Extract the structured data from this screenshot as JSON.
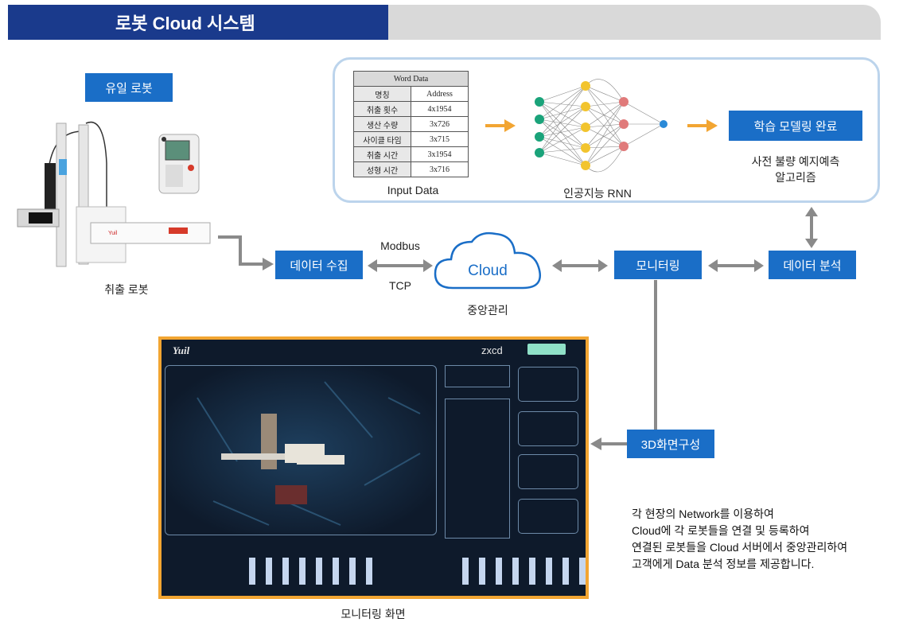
{
  "title": "로봇 Cloud 시스템",
  "yuil_robot": "유일 로봇",
  "extract_robot": "취출 로봇",
  "data_collect": "데이터 수집",
  "modbus": "Modbus",
  "tcp": "TCP",
  "cloud": "Cloud",
  "central": "중앙관리",
  "monitoring": "모니터링",
  "data_analysis": "데이터 분석",
  "table": {
    "header": "Word Data",
    "col1": "명칭",
    "col2": "Address",
    "rows": [
      {
        "name": "취출 횟수",
        "addr": "4x1954"
      },
      {
        "name": "생산 수량",
        "addr": "3x726"
      },
      {
        "name": "사이클 타임",
        "addr": "3x715"
      },
      {
        "name": "취출 시간",
        "addr": "3x1954"
      },
      {
        "name": "성형 시간",
        "addr": "3x716"
      }
    ]
  },
  "input_data": "Input Data",
  "ai_rnn": "인공지능 RNN",
  "learning_done": "학습 모델링 완료",
  "algo_line1": "사전 불량 예지예측",
  "algo_line2": "알고리즘",
  "screen_3d": "3D화면구성",
  "monitor_caption": "모니터링 화면",
  "screen": {
    "logo": "Yuil",
    "user": "zxcd"
  },
  "description": [
    "각 현장의 Network를 이용하여",
    "Cloud에 각 로봇들을 연결 및 등록하여",
    "연결된 로봇들을 Cloud 서버에서 중앙관리하여",
    "고객에게 Data 분석 정보를 제공합니다."
  ],
  "colors": {
    "title_blue": "#1a3a8c",
    "box_blue": "#1a6ec7",
    "arrow_orange": "#f2a532",
    "arrow_gray": "#8a8a8a"
  }
}
